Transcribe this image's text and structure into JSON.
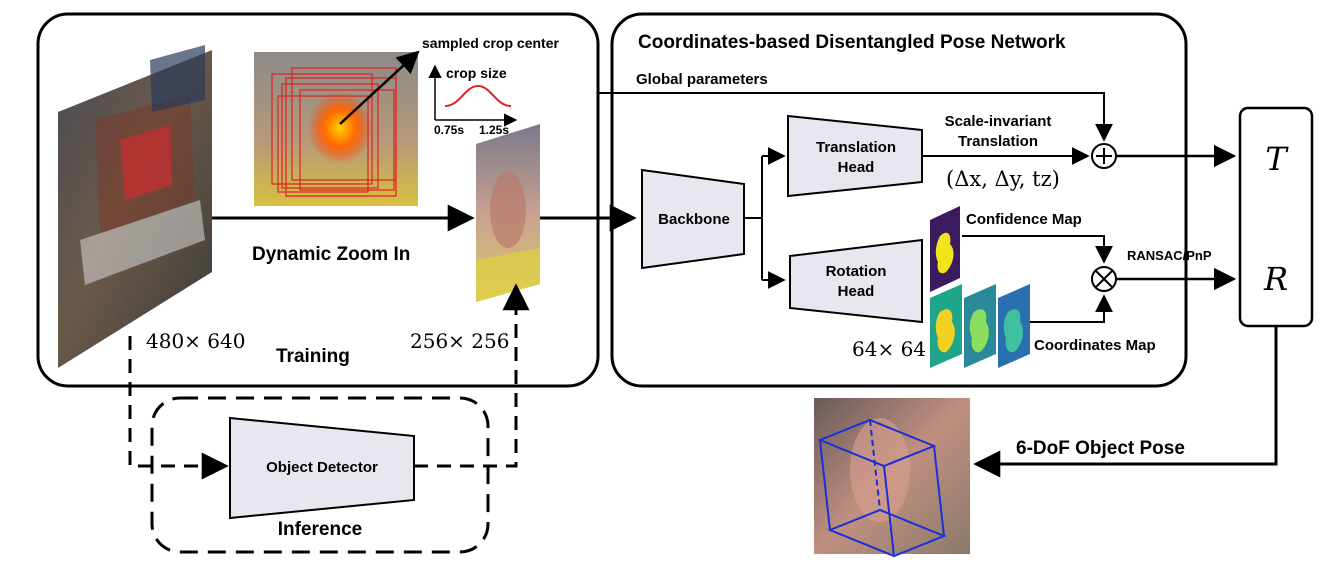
{
  "training": {
    "title": "Training",
    "input_size": "480× 640",
    "crop_size_label": "256× 256",
    "zoom_label": "Dynamic Zoom In",
    "sampled_crop_center": "sampled crop center",
    "crop_size": "crop size",
    "tick_low": "0.75s",
    "tick_high": "1.25s"
  },
  "inference": {
    "title": "Inference",
    "detector": "Object Detector"
  },
  "network": {
    "title": "Coordinates-based Disentangled Pose Network",
    "global_params": "Global parameters",
    "backbone": "Backbone",
    "translation_head_1": "Translation",
    "translation_head_2": "Head",
    "rotation_head_1": "Rotation",
    "rotation_head_2": "Head",
    "scale_invariant_1": "Scale-invariant",
    "scale_invariant_2": "Translation",
    "translation_tuple": "(Δx, Δy, tz)",
    "confidence_map": "Confidence Map",
    "coordinates_map": "Coordinates Map",
    "map_size": "64× 64",
    "ransac": "RANSAC/PnP"
  },
  "output": {
    "T": "T",
    "R": "R",
    "pose_label": "6-DoF Object Pose"
  },
  "symbols": {
    "plus": "plus-circle-icon",
    "times": "times-circle-icon"
  },
  "colors": {
    "module_fill": "#e8e6ef",
    "stroke": "#000000",
    "distribution_curve": "#e02020",
    "crop_boxes": "#e02020",
    "pose_box": "#1a2fd8",
    "confidence_bg": "#3b1a5e",
    "confidence_obj": "#f2e41c",
    "coord_teal": "#1fa58a",
    "coord_blue": "#2a6fb0"
  }
}
